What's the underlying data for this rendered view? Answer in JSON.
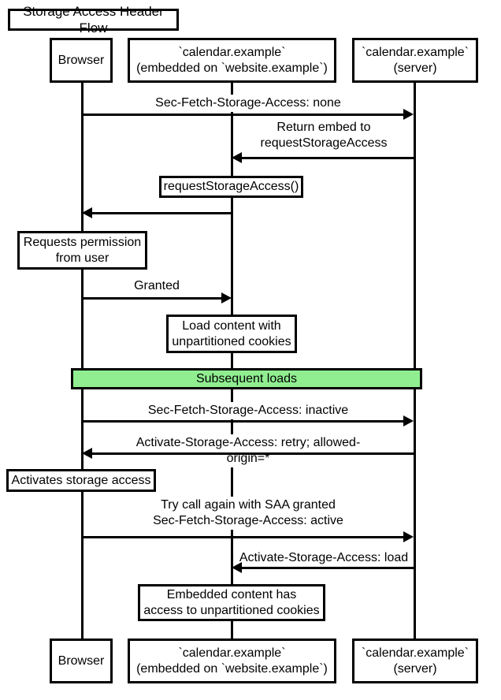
{
  "title": "Storage Access Header Flow",
  "colors": {
    "line": "#000000",
    "background": "#ffffff",
    "note_background": "#ffffff",
    "loop_green": "#90EE90",
    "text": "#000000"
  },
  "actors": [
    {
      "id": "browser",
      "label": "Browser"
    },
    {
      "id": "embedded",
      "label": "`calendar.example`\n(embedded on `website.example`)"
    },
    {
      "id": "server",
      "label": "`calendar.example`\n(server)"
    }
  ],
  "messages": [
    {
      "text": "Sec-Fetch-Storage-Access: none",
      "from": "Browser",
      "to": "`calendar.example` (server)",
      "direction": "right"
    },
    {
      "text": "Return embed to\nrequestStorageAccess",
      "from": "`calendar.example` (server)",
      "to": "`calendar.example` (embedded on `website.example`)",
      "direction": "left"
    },
    {
      "text": "",
      "from": "`calendar.example` (embedded on `website.example`)",
      "to": "Browser",
      "direction": "left"
    },
    {
      "text": "Granted",
      "from": "Browser",
      "to": "`calendar.example` (embedded on `website.example`)",
      "direction": "right"
    },
    {
      "text": "Sec-Fetch-Storage-Access: inactive",
      "from": "Browser",
      "to": "`calendar.example` (server)",
      "direction": "right"
    },
    {
      "text": "Activate-Storage-Access: retry; allowed-origin=*",
      "from": "`calendar.example` (server)",
      "to": "Browser",
      "direction": "left"
    },
    {
      "text": "Try call again with SAA granted\nSec-Fetch-Storage-Access: active",
      "from": "Browser",
      "to": "`calendar.example` (server)",
      "direction": "right"
    },
    {
      "text": "Activate-Storage-Access: load",
      "from": "`calendar.example` (server)",
      "to": "`calendar.example` (embedded on `website.example`)",
      "direction": "left"
    }
  ],
  "notes": [
    {
      "text": "requestStorageAccess()",
      "over": "`calendar.example` (embedded on `website.example`)"
    },
    {
      "text": "Requests permission\nfrom user",
      "over": "Browser"
    },
    {
      "text": "Load content with\nunpartitioned cookies",
      "over": "`calendar.example` (embedded on `website.example`)"
    },
    {
      "text": "Activates storage access",
      "over": "Browser"
    },
    {
      "text": "Embedded content has\naccess to unpartitioned cookies",
      "over": "`calendar.example` (embedded on `website.example`)"
    }
  ],
  "loop": {
    "label": "Subsequent loads"
  }
}
